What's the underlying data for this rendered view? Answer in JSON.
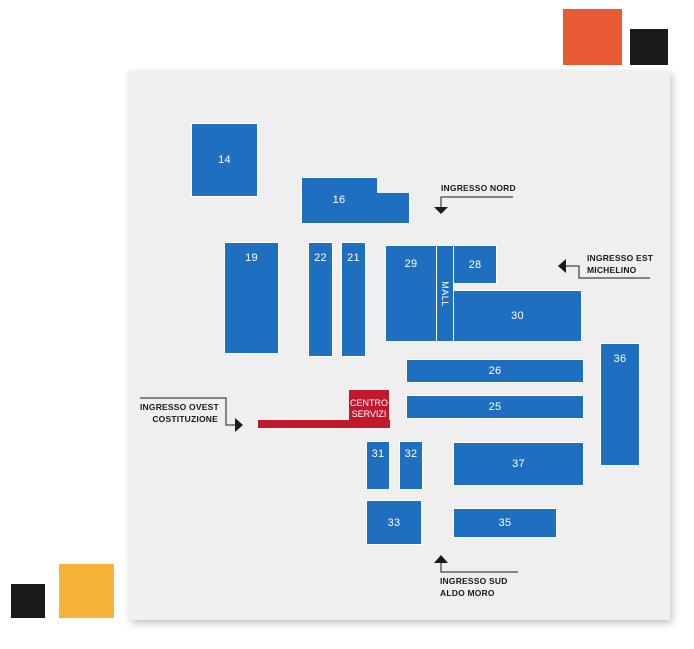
{
  "colors": {
    "pavilion": "#1f6fc1",
    "service_center": "#c0182c",
    "background": "#efefef",
    "accent_orange": "#e85a33",
    "accent_yellow": "#f6b33a",
    "accent_black": "#1a1a1a"
  },
  "pavilions": {
    "p14": "14",
    "p16": "16",
    "p19": "19",
    "p22": "22",
    "p21": "21",
    "p29": "29",
    "p28": "28",
    "p30": "30",
    "p26": "26",
    "p25": "25",
    "p36": "36",
    "p31": "31",
    "p32": "32",
    "p37": "37",
    "p33": "33",
    "p35": "35"
  },
  "mall": "MALL",
  "service_center": {
    "line1": "CENTRO",
    "line2": "SERVIZI"
  },
  "entrances": {
    "nord": "INGRESSO NORD",
    "est_line1": "INGRESSO EST",
    "est_line2": "MICHELINO",
    "ovest_line1": "INGRESSO OVEST",
    "ovest_line2": "COSTITUZIONE",
    "sud_line1": "INGRESSO SUD",
    "sud_line2": "ALDO MORO"
  }
}
